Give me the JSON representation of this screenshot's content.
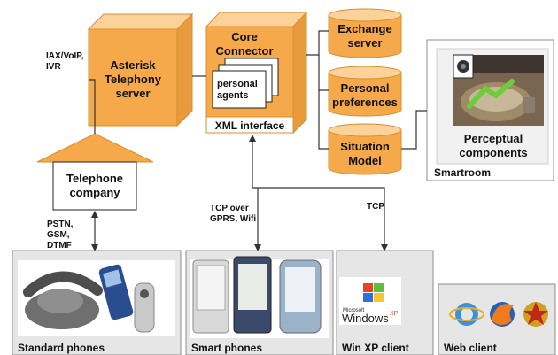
{
  "nodes": {
    "asterisk": {
      "line1": "Asterisk",
      "line2": "Telephony",
      "line3": "server"
    },
    "core": {
      "line1": "Core",
      "line2": "Connector",
      "agents_line1": "personal",
      "agents_line2": "agents",
      "xml": "XML interface"
    },
    "exchange": {
      "line1": "Exchange",
      "line2": "server"
    },
    "preferences": {
      "line1": "Personal",
      "line2": "preferences"
    },
    "situation": {
      "line1": "Situation",
      "line2": "Model"
    },
    "perceptual": {
      "line1": "Perceptual",
      "line2": "components"
    },
    "smartroom": {
      "label": "Smartroom"
    },
    "telephone": {
      "line1": "Telephone",
      "line2": "company"
    }
  },
  "edges": {
    "iax": {
      "line1": "IAX/VoIP,",
      "line2": "IVR"
    },
    "pstn": {
      "line1": "PSTN,",
      "line2": "GSM,",
      "line3": "DTMF"
    },
    "tcp_gprs": {
      "line1": "TCP over",
      "line2": "GPRS, Wifi"
    },
    "tcp": {
      "label": "TCP"
    }
  },
  "clients": {
    "standard": {
      "label": "Standard phones"
    },
    "smart": {
      "label": "Smart phones"
    },
    "winxp": {
      "label": "Win XP client",
      "logo_small": "Microsoft",
      "logo_main": "Windows",
      "logo_xp": "XP"
    },
    "web": {
      "label": "Web client"
    }
  },
  "colors": {
    "accent": "#f5a94a",
    "accent_dark": "#e08a1e",
    "panel": "#e6e6e6",
    "border": "#8c8c8c"
  }
}
